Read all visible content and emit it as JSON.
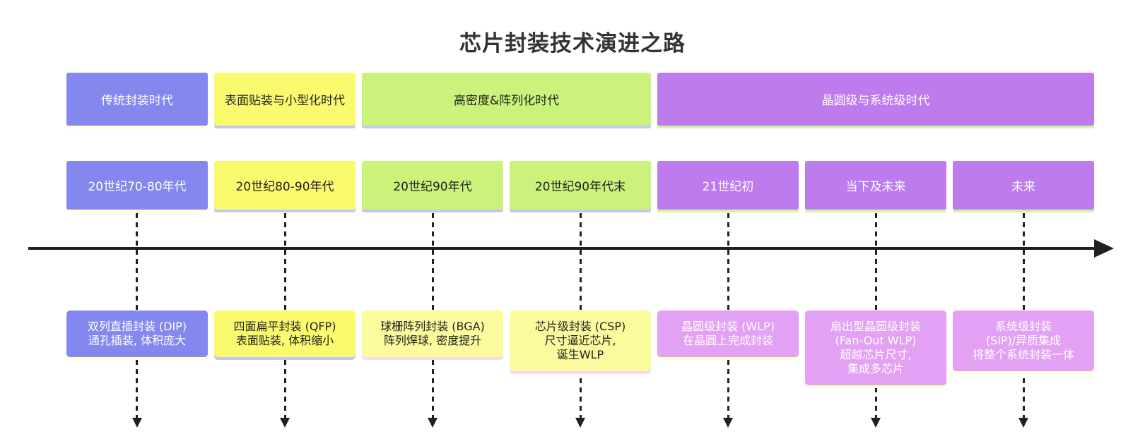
{
  "title": "芯片封装技术演进之路",
  "palette": {
    "blue": "#8487ee",
    "yellow": "#fafa6e",
    "green": "#cbf27b",
    "purple": "#bd7bee",
    "pale_yellow": "#fbfb9e",
    "violet": "#e2a1f3",
    "shadow_pale_yellow": "#ffffd6",
    "shadow_lavender": "#c6c6f2",
    "shadow_pale_green": "#d6f2a4",
    "shadow_pale_pink": "#fbd7f0",
    "axis_color": "#1f2020",
    "title_color": "#333333"
  },
  "eras": [
    {
      "label": "传统封装时代",
      "color": "#8487ee",
      "text_color": "#ffffff",
      "shadow_color": "#ffffd6"
    },
    {
      "label": "表面贴装与小型化时代",
      "color": "#fafa6e",
      "text_color": "#1f2020",
      "shadow_color": "#c6c6f2"
    },
    {
      "label": "高密度&阵列化时代",
      "color": "#cbf27b",
      "text_color": "#1f2020",
      "shadow_color": "#c6c6f2"
    },
    {
      "label": "晶圆级与系统级时代",
      "color": "#bd7bee",
      "text_color": "#ffffff",
      "shadow_color": "#d6f2a4"
    }
  ],
  "periods": [
    {
      "label": "20世纪70-80年代",
      "color": "#8487ee",
      "text_color": "#ffffff",
      "shadow_color": "#ffffd6"
    },
    {
      "label": "20世纪80-90年代",
      "color": "#fafa6e",
      "text_color": "#1f2020",
      "shadow_color": "#c6c6f2"
    },
    {
      "label": "20世纪90年代",
      "color": "#cbf27b",
      "text_color": "#1f2020",
      "shadow_color": "#c6c6f2"
    },
    {
      "label": "20世纪90年代末",
      "color": "#cbf27b",
      "text_color": "#1f2020",
      "shadow_color": "#c6c6f2"
    },
    {
      "label": "21世纪初",
      "color": "#bd7bee",
      "text_color": "#ffffff",
      "shadow_color": "#d6f2a4"
    },
    {
      "label": "当下及未来",
      "color": "#bd7bee",
      "text_color": "#ffffff",
      "shadow_color": "#d6f2a4"
    },
    {
      "label": "未来",
      "color": "#bd7bee",
      "text_color": "#ffffff",
      "shadow_color": "#d6f2a4"
    }
  ],
  "events": [
    {
      "text": "双列直插封装 (DIP)\n通孔插装, 体积庞大",
      "color": "#8487ee",
      "text_color": "#ffffff",
      "shadow_color": "#ffffd6"
    },
    {
      "text": "四面扁平封装 (QFP)\n表面贴装, 体积缩小",
      "color": "#fafa6e",
      "text_color": "#1f2020",
      "shadow_color": "#c6c6f2"
    },
    {
      "text": "球栅阵列封装 (BGA)\n阵列焊球, 密度提升",
      "color": "#fbfb9e",
      "text_color": "#1f2020",
      "shadow_color": "#fbd7f0"
    },
    {
      "text": "芯片级封装 (CSP)\n尺寸逼近芯片,\n诞生WLP",
      "color": "#fbfb9e",
      "text_color": "#1f2020",
      "shadow_color": "#fbd7f0"
    },
    {
      "text": "晶圆级封装 (WLP)\n在晶圆上完成封装",
      "color": "#e2a1f3",
      "text_color": "#ffffff",
      "shadow_color": "#ffffd6"
    },
    {
      "text": "扇出型晶圆级封装\n(Fan-Out WLP)\n超越芯片尺寸,\n集成多芯片",
      "color": "#e2a1f3",
      "text_color": "#ffffff",
      "shadow_color": "#ffffd6"
    },
    {
      "text": "系统级封装\n(SiP)/异质集成\n将整个系统封装一体",
      "color": "#e2a1f3",
      "text_color": "#ffffff",
      "shadow_color": "#ffffd6"
    }
  ]
}
